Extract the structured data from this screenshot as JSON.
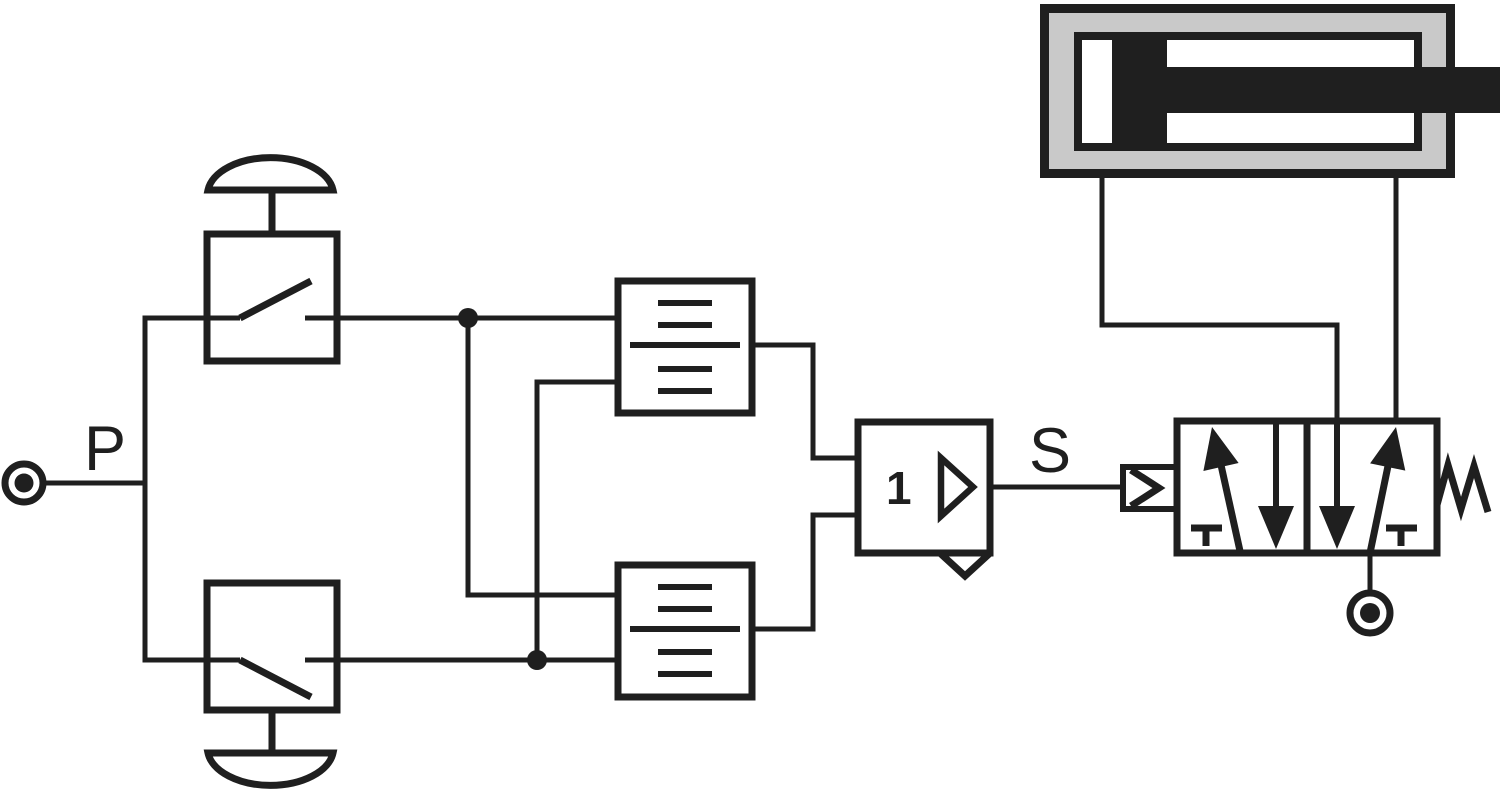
{
  "diagram": {
    "kind": "pneumatic-logic-circuit",
    "labels": {
      "supply_port": "P",
      "signal_output": "S",
      "or_element": "1"
    },
    "colors": {
      "line": "#1f1f1f",
      "background": "#ffffff",
      "symbol_fill": "#ffffff",
      "cylinder_body_fill": "#c9c9c9"
    },
    "components": [
      {
        "name": "supply-port-symbol",
        "label": "P"
      },
      {
        "name": "pushbutton-valve-top",
        "actuator": "mushroom-head"
      },
      {
        "name": "pushbutton-valve-bottom",
        "actuator": "mushroom-head"
      },
      {
        "name": "signal-block-top"
      },
      {
        "name": "signal-block-bottom"
      },
      {
        "name": "or-amplifier-block",
        "label": "1",
        "vent": "exhaust-vent"
      },
      {
        "name": "signal-line",
        "label": "S"
      },
      {
        "name": "pilot-actuator"
      },
      {
        "name": "directional-control-valve",
        "positions": 2,
        "return": "spring"
      },
      {
        "name": "exhaust-port-symbol"
      },
      {
        "name": "cylinder-actuator",
        "piston": "retracted-left",
        "rod": "right"
      }
    ]
  }
}
